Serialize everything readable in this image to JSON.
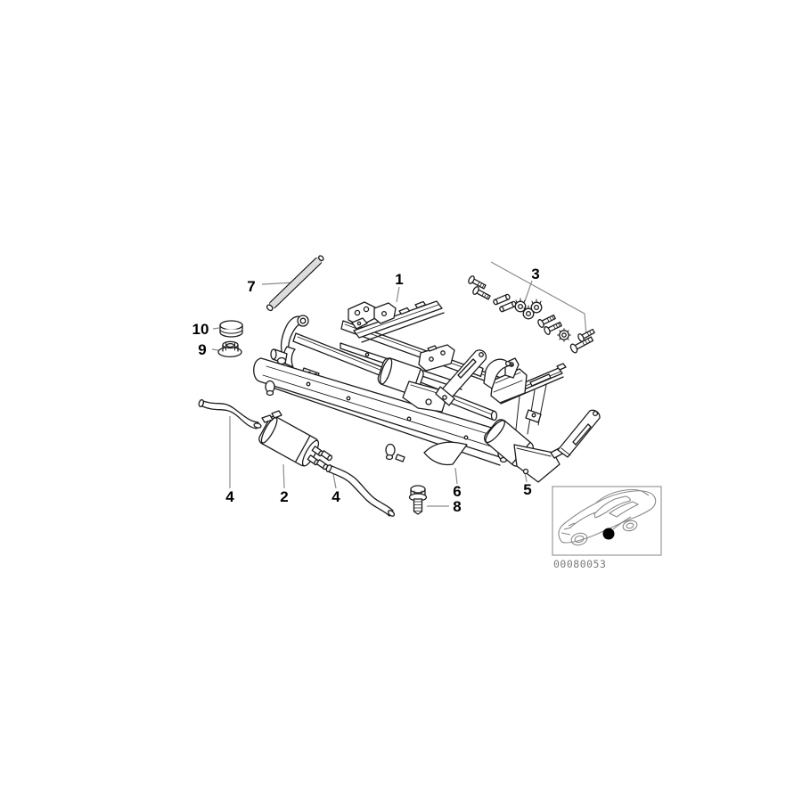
{
  "diagram": {
    "type": "exploded-parts-diagram",
    "subject": "seat-rail-frame-with-actuators",
    "callouts": {
      "c1": "1",
      "c2": "2",
      "c3": "3",
      "c4a": "4",
      "c4b": "4",
      "c5": "5",
      "c6": "6",
      "c7": "7",
      "c8": "8",
      "c9": "9",
      "c10": "10"
    },
    "inset": {
      "caption": "00080053"
    },
    "colors": {
      "line": "#1c1c1c",
      "leader": "#8c8c8c",
      "inset_border": "#9a9a9a",
      "car_line": "#8a8a8a",
      "location_dot": "#000000",
      "background": "#ffffff"
    }
  }
}
